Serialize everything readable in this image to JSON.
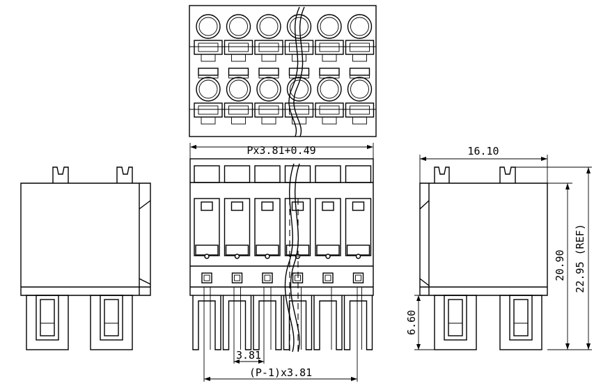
{
  "drawing": {
    "views": [
      "top-view",
      "side-view-left",
      "front-view",
      "side-view-right"
    ],
    "pin_count_drawn": 6
  },
  "dimensions": {
    "overall_width": "Px3.81+0.49",
    "depth": "16.10",
    "height_body": "20.90",
    "height_ref": "22.95 (REF)",
    "pin_length": "6.60",
    "pitch": "3.81",
    "pin_span": "(P-1)x3.81"
  }
}
